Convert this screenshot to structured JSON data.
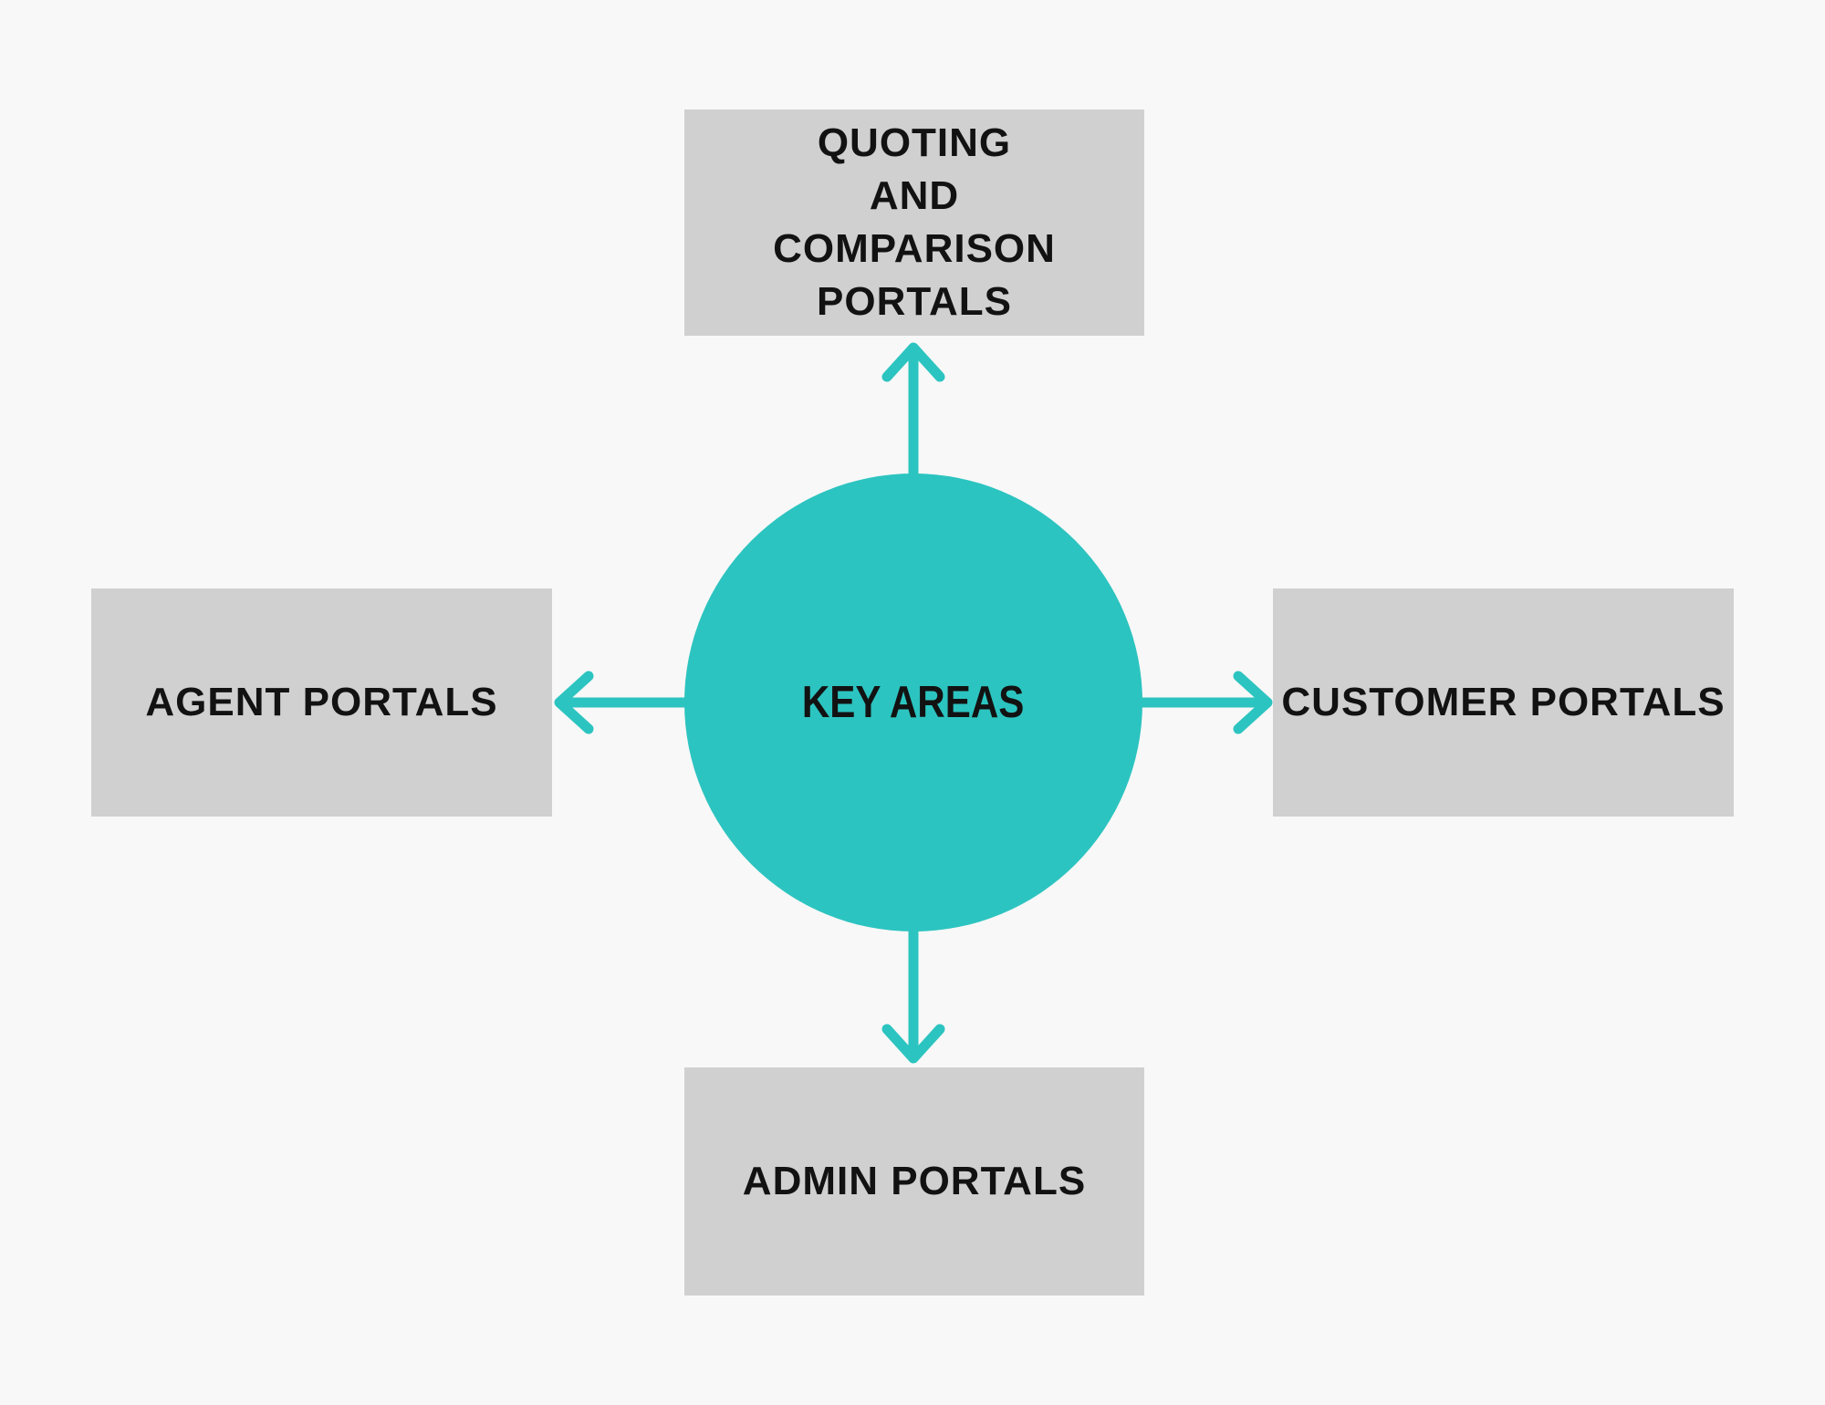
{
  "colors": {
    "bg": "#f8f8f8",
    "node-bg": "#d0d0d0",
    "accent": "#2cc4c0",
    "text": "#121212"
  },
  "diagram": {
    "center": {
      "label": "KEY AREAS"
    },
    "nodes": {
      "top": {
        "label": "QUOTING\nAND\nCOMPARISON\nPORTALS"
      },
      "left": {
        "label": "AGENT PORTALS"
      },
      "right": {
        "label": "CUSTOMER PORTALS"
      },
      "bottom": {
        "label": "ADMIN PORTALS"
      }
    }
  }
}
